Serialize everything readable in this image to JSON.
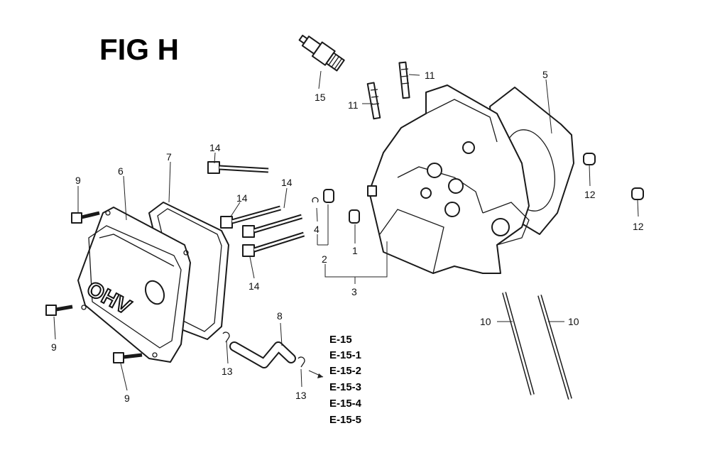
{
  "figure": {
    "title": "FIG H"
  },
  "cover_text": "OHV",
  "callouts": {
    "c1": "1",
    "c2": "2",
    "c3": "3",
    "c4": "4",
    "c5": "5",
    "c6": "6",
    "c7": "7",
    "c8": "8",
    "c9a": "9",
    "c9b": "9",
    "c9c": "9",
    "c10a": "10",
    "c10b": "10",
    "c11a": "11",
    "c11b": "11",
    "c12a": "12",
    "c12b": "12",
    "c13a": "13",
    "c13b": "13",
    "c14a": "14",
    "c14b": "14",
    "c14c": "14",
    "c14d": "14",
    "c15": "15"
  },
  "references": [
    "E-15",
    "E-15-1",
    "E-15-2",
    "E-15-3",
    "E-15-4",
    "E-15-5"
  ]
}
